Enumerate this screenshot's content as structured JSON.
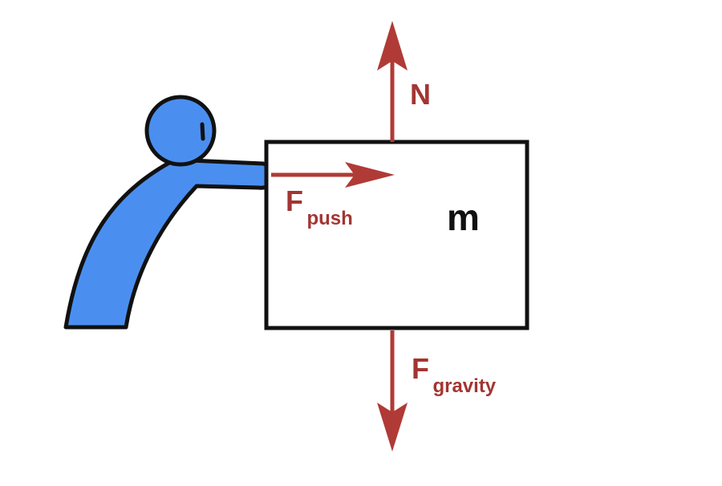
{
  "diagram": {
    "forces": {
      "normal": {
        "label": "N"
      },
      "push": {
        "label": "F",
        "subscript": "push"
      },
      "gravity": {
        "label": "F",
        "subscript": "gravity"
      }
    },
    "mass_label": "m",
    "colors": {
      "person": "#4a8ff0",
      "outline": "#111111",
      "force_arrow": "#b03a36",
      "force_label": "#a33532",
      "box_fill": "#ffffff",
      "mass_text": "#111111"
    }
  }
}
